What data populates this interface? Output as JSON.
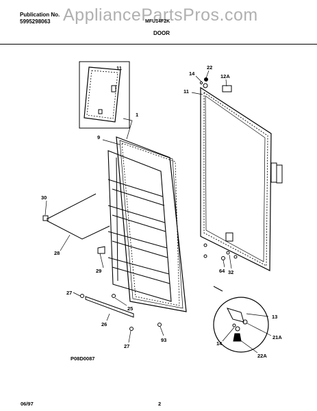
{
  "header": {
    "publication_label": "Publication No.",
    "publication_number": "5995298063",
    "model_fragment": "MFU14F2K",
    "watermark": "AppliancePartsPros.com",
    "section_title": "DOOR"
  },
  "footer": {
    "drawing_code": "P08D0087",
    "date": "06/97",
    "page": "2"
  },
  "callouts": {
    "inset_gasket": "11",
    "door_liner": "1",
    "shelf_guard_top": "9",
    "screw_top": "14",
    "hinge_pin_top": "22",
    "bushing_top": "12A",
    "gasket": "11",
    "bracket_left": "30",
    "rod": "28",
    "bracket_clip": "29",
    "screw_left": "27",
    "kickplate": "26",
    "grommet": "25",
    "screw_bottom": "27",
    "screw_93": "93",
    "washer_64": "64",
    "screw_32": "32",
    "hinge": "13",
    "screw_14": "14",
    "bushing_21a": "21A",
    "hinge_pin_22a": "22A"
  }
}
